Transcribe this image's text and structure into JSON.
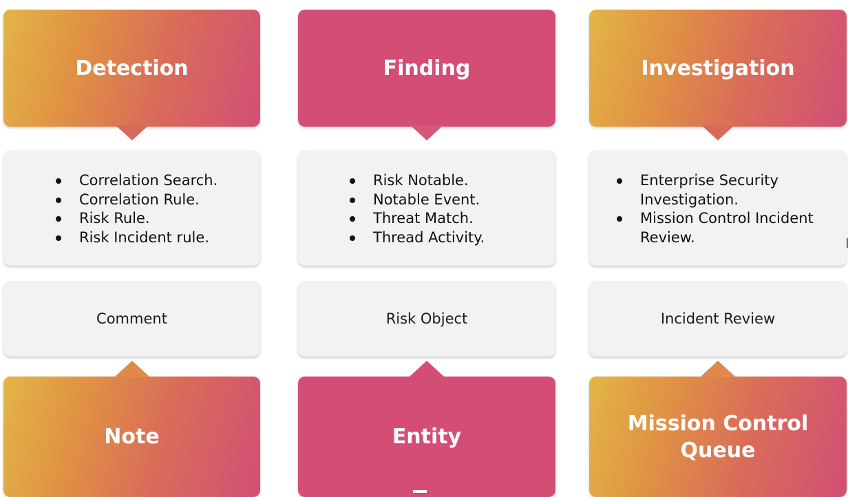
{
  "columns": [
    {
      "header": "Detection",
      "items": [
        "Correlation Search.",
        "Correlation Rule.",
        "Risk Rule.",
        "Risk Incident rule."
      ],
      "label": "Comment",
      "footer": "Note"
    },
    {
      "header": "Finding",
      "items": [
        "Risk Notable.",
        "Notable Event.",
        "Threat Match.",
        "Thread Activity."
      ],
      "label": "Risk Object",
      "footer": "Entity"
    },
    {
      "header": "Investigation",
      "items": [
        "Enterprise Security Investigation.",
        "Mission Control Incident Review."
      ],
      "label": "Incident Review",
      "footer": "Mission Control Queue"
    }
  ],
  "colors": {
    "pink": "#d34d77",
    "orange": "#e3b546",
    "panel": "#f2f2f2"
  }
}
